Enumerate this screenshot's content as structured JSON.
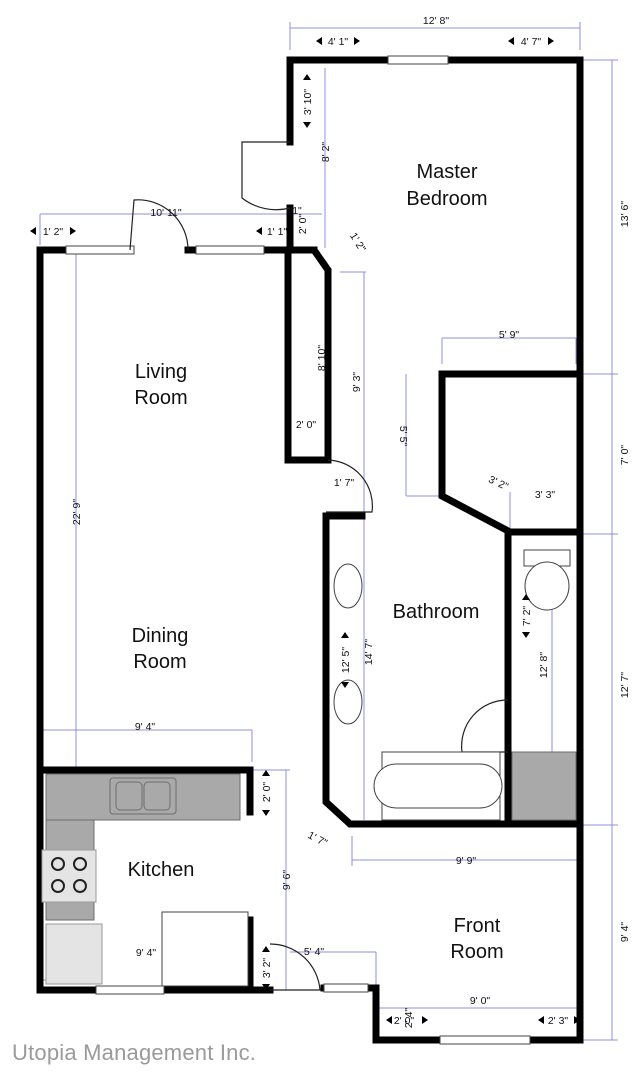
{
  "rooms": {
    "master_bedroom": [
      "Master",
      "Bedroom"
    ],
    "living_room": [
      "Living",
      "Room"
    ],
    "dining_room": [
      "Dining",
      "Room"
    ],
    "bathroom": "Bathroom",
    "kitchen": "Kitchen",
    "front_room": [
      "Front",
      "Room"
    ]
  },
  "dimensions": {
    "top_total": "12' 8\"",
    "top_left": "4' 1\"",
    "top_right": "4' 7\"",
    "bedroom_door_side": "3' 10\"",
    "bedroom_left": "8' 2\"",
    "right_upper": "13' 6\"",
    "living_top": "10' 11\"",
    "left_short": "1' 2\"",
    "living_right_short": "1' 1\"",
    "small_a": "1\"",
    "small_b": "2' 0\"",
    "closet_corner": "1' 2\"",
    "closet_height": "9' 3\"",
    "closet_width": "2' 0\"",
    "closet_inner": "8' 10\"",
    "closet2_width": "5' 9\"",
    "closet2_left": "5' 5\"",
    "right_mid": "7' 0\"",
    "closet2_diag": "3' 2\"",
    "closet2_bottom": "3' 3\"",
    "bath_door": "1' 7\"",
    "living_height": "22' 9\"",
    "toilet_room": "7' 2\"",
    "vanity_span": "12' 5\"",
    "bath_height": "14' 7\"",
    "wc_height": "12' 8\"",
    "right_lower": "12' 7\"",
    "dining_width": "9' 4\"",
    "kitchen_gap": "2' 0\"",
    "kitchen_height": "9' 6\"",
    "bath_corner": "1' 7\"",
    "bath_bottom": "9' 9\"",
    "right_bottom": "9' 4\"",
    "kitchen_width": "9' 4\"",
    "kitchen_door": "3' 2\"",
    "entry": "5' 4\"",
    "front_width": "9' 0\"",
    "front_step": "2' 0\"",
    "front_step_b": "2' 4\"",
    "front_right": "2' 3\""
  },
  "footer": "Utopia Management Inc."
}
